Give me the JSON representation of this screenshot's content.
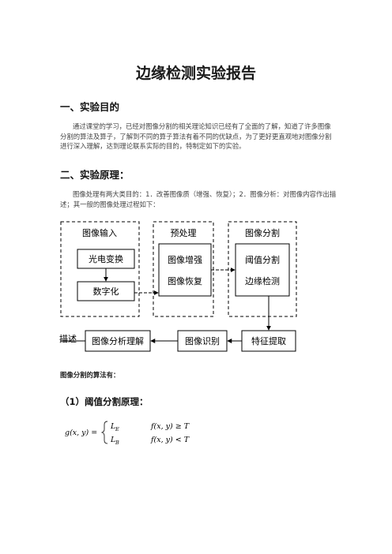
{
  "title": "边缘检测实验报告",
  "section1": {
    "heading": "一、实验目的",
    "paragraph": "通过课堂的学习，已经对图像分割的相关理论知识已经有了全面的了解，知道了许多图像分割的算法及算子，了解到不同的算子算法有着不同的优缺点，为了更好更直观地对图像分割进行深入理解，达到理论联系实际的目的，特制定如下的实验。"
  },
  "section2": {
    "heading": "二、实验原理：",
    "paragraph": "图像处理有两大类目的：1．改善图像质（增强、恢复）；2．图像分析：对图像内容作出描述；其一般的图像处理过程如下："
  },
  "diagram": {
    "group_input": "图像输入",
    "group_pre": "预处理",
    "group_seg": "图像分割",
    "box_photo": "光电变换",
    "box_digit": "数字化",
    "box_enhance": "图像增强",
    "box_restore": "图像恢复",
    "box_threshold": "阈值分割",
    "box_edge": "边缘检测",
    "box_feature": "特征提取",
    "box_recog": "图像识别",
    "box_understand": "图像分析理解",
    "describe": "描述"
  },
  "algorithms_label": "图像分割的算法有：",
  "subsection1": {
    "heading": "（1）阈值分割原理：",
    "formula": {
      "lhs": "g(x, y) =",
      "case1_value": "L",
      "case1_sub": "E",
      "case1_cond": "f(x, y) ≥ T",
      "case2_value": "L",
      "case2_sub": "B",
      "case2_cond": "f(x, y) < T"
    }
  }
}
